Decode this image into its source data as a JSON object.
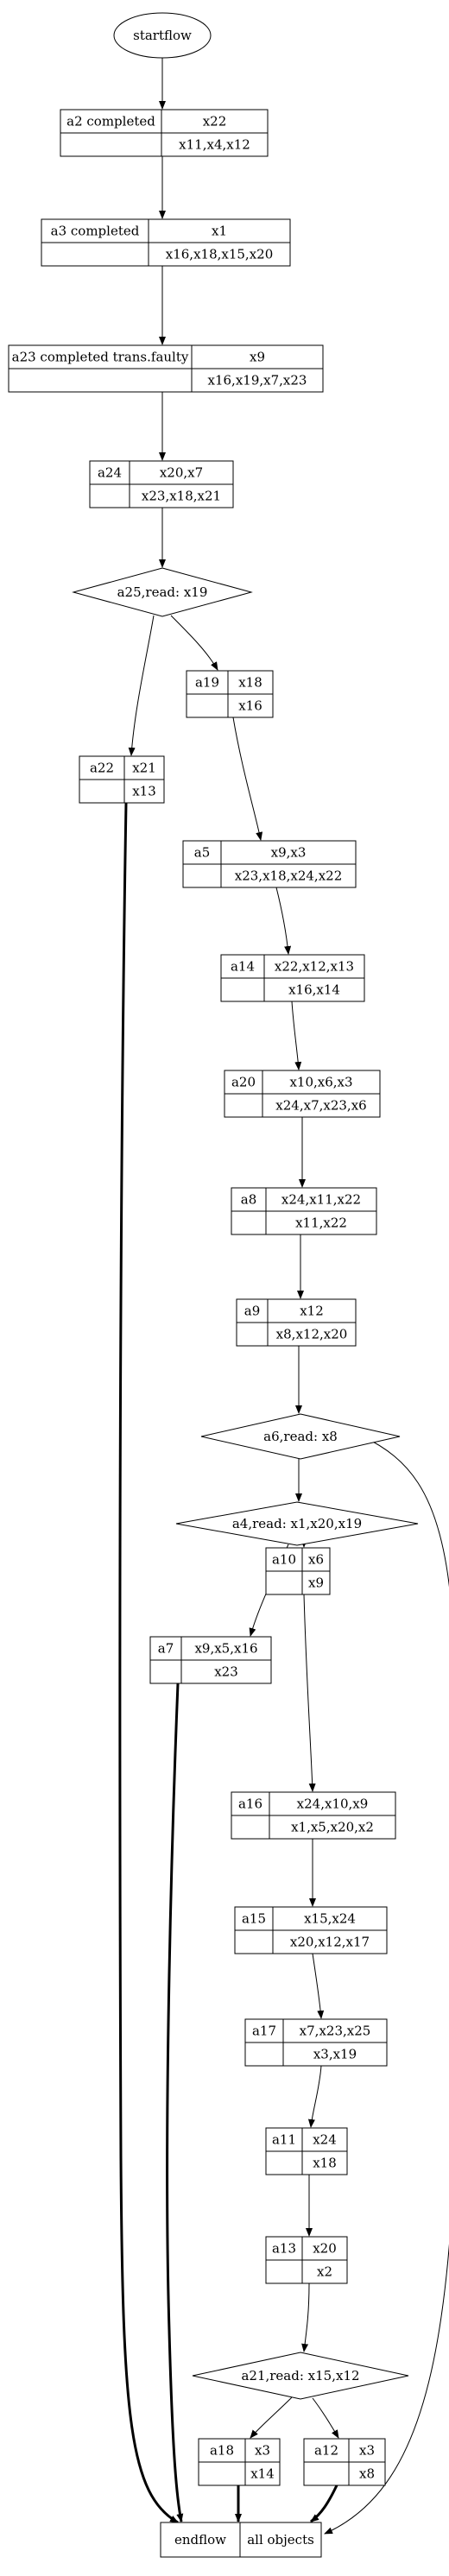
{
  "start": "startflow",
  "end": {
    "left": "endflow",
    "right": "all objects"
  },
  "nodes": [
    {
      "id": "a2",
      "label": "a2 completed",
      "top": "x22",
      "bottom": "x11,x4,x12"
    },
    {
      "id": "a3",
      "label": "a3 completed",
      "top": "x1",
      "bottom": "x16,x18,x15,x20"
    },
    {
      "id": "a23",
      "label": "a23 completed trans.faulty",
      "top": "x9",
      "bottom": "x16,x19,x7,x23"
    },
    {
      "id": "a24",
      "label": "a24",
      "top": "x20,x7",
      "bottom": "x23,x18,x21"
    },
    {
      "id": "a22",
      "label": "a22",
      "top": "x21",
      "bottom": "x13"
    },
    {
      "id": "a19",
      "label": "a19",
      "top": "x18",
      "bottom": "x16"
    },
    {
      "id": "a5",
      "label": "a5",
      "top": "x9,x3",
      "bottom": "x23,x18,x24,x22"
    },
    {
      "id": "a14",
      "label": "a14",
      "top": "x22,x12,x13",
      "bottom": "x16,x14"
    },
    {
      "id": "a20",
      "label": "a20",
      "top": "x10,x6,x3",
      "bottom": "x24,x7,x23,x6"
    },
    {
      "id": "a8",
      "label": "a8",
      "top": "x24,x11,x22",
      "bottom": "x11,x22"
    },
    {
      "id": "a9",
      "label": "a9",
      "top": "x12",
      "bottom": "x8,x12,x20"
    },
    {
      "id": "a10",
      "label": "a10",
      "top": "x6",
      "bottom": "x9"
    },
    {
      "id": "a7",
      "label": "a7",
      "top": "x9,x5,x16",
      "bottom": "x23"
    },
    {
      "id": "a16",
      "label": "a16",
      "top": "x24,x10,x9",
      "bottom": "x1,x5,x20,x2"
    },
    {
      "id": "a15",
      "label": "a15",
      "top": "x15,x24",
      "bottom": "x20,x12,x17"
    },
    {
      "id": "a17",
      "label": "a17",
      "top": "x7,x23,x25",
      "bottom": "x3,x19"
    },
    {
      "id": "a11",
      "label": "a11",
      "top": "x24",
      "bottom": "x18"
    },
    {
      "id": "a13",
      "label": "a13",
      "top": "x20",
      "bottom": "x2"
    },
    {
      "id": "a18",
      "label": "a18",
      "top": "x3",
      "bottom": "x14"
    },
    {
      "id": "a12",
      "label": "a12",
      "top": "x3",
      "bottom": "x8"
    }
  ],
  "decisions": [
    {
      "id": "a25",
      "label": "a25,read: x19"
    },
    {
      "id": "a6",
      "label": "a6,read: x8"
    },
    {
      "id": "a4",
      "label": "a4,read: x1,x20,x19"
    },
    {
      "id": "a21",
      "label": "a21,read: x15,x12"
    }
  ]
}
